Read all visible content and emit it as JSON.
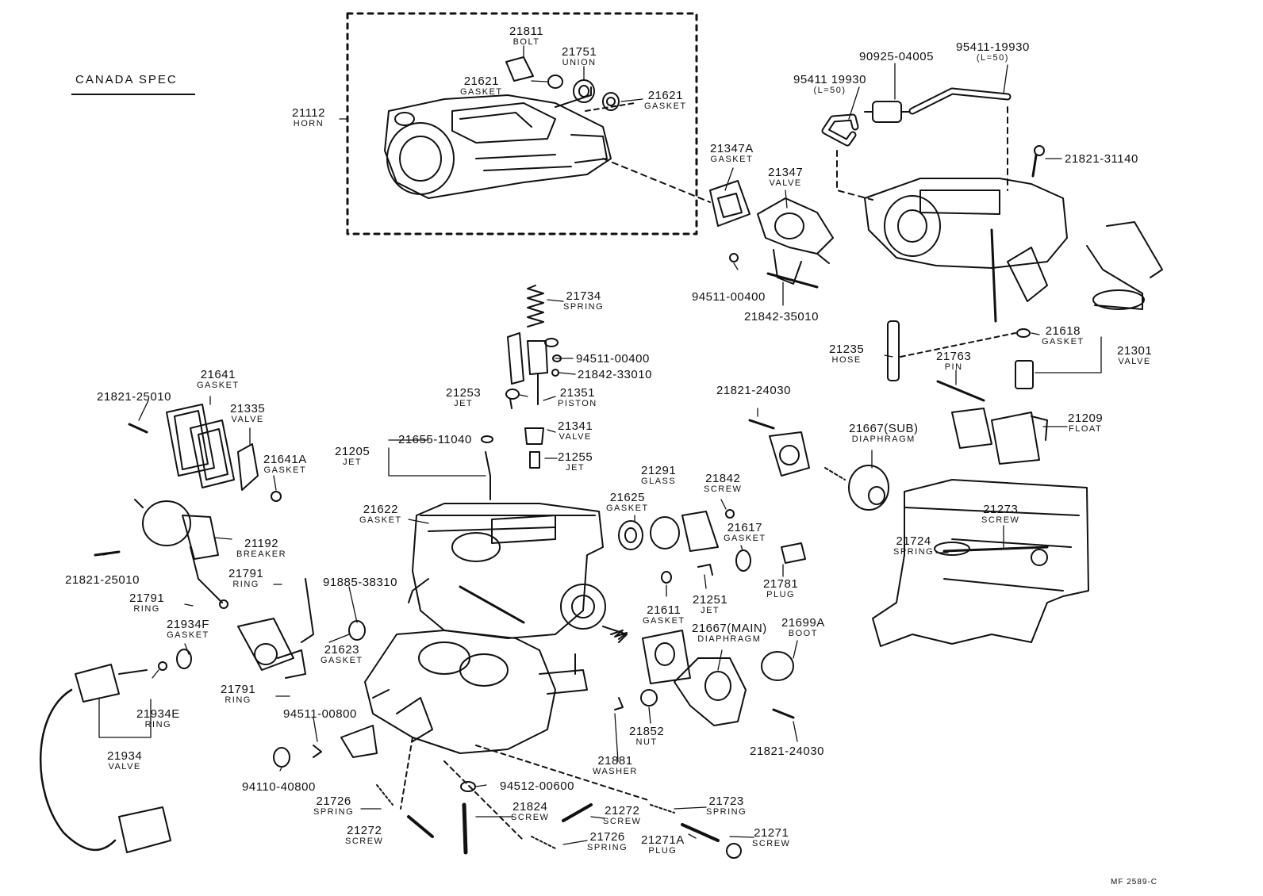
{
  "title": "CANADA SPEC",
  "drawing_code": "MF  2589-C",
  "labels": {
    "p21811": {
      "num": "21811",
      "name": "BOLT"
    },
    "p21751": {
      "num": "21751",
      "name": "UNION"
    },
    "p21621a": {
      "num": "21621",
      "name": "GASKET"
    },
    "p21621b": {
      "num": "21621",
      "name": "GASKET"
    },
    "p21112": {
      "num": "21112",
      "name": "HORN"
    },
    "p95411a": {
      "num": "95411-19930",
      "name": "(L=50)"
    },
    "p95411b": {
      "num": "95411 19930",
      "name": "(L=50)"
    },
    "p90925": {
      "num": "90925-04005",
      "name": ""
    },
    "p21821_31140": {
      "num": "21821-31140",
      "name": ""
    },
    "p21347a": {
      "num": "21347A",
      "name": "GASKET"
    },
    "p21347": {
      "num": "21347",
      "name": "VALVE"
    },
    "p94511_00400a": {
      "num": "94511-00400",
      "name": ""
    },
    "p21842_35010": {
      "num": "21842-35010",
      "name": ""
    },
    "p21734": {
      "num": "21734",
      "name": "SPRING"
    },
    "p94511_00400b": {
      "num": "94511-00400",
      "name": ""
    },
    "p21842_33010": {
      "num": "21842-33010",
      "name": ""
    },
    "p21253": {
      "num": "21253",
      "name": "JET"
    },
    "p21351": {
      "num": "21351",
      "name": "PISTON"
    },
    "p21341": {
      "num": "21341",
      "name": "VALVE"
    },
    "p21255": {
      "num": "21255",
      "name": "JET"
    },
    "p21655": {
      "num": "21655-11040",
      "name": ""
    },
    "p21205": {
      "num": "21205",
      "name": "JET"
    },
    "p21641": {
      "num": "21641",
      "name": "GASKET"
    },
    "p21821_25010a": {
      "num": "21821-25010",
      "name": ""
    },
    "p21335": {
      "num": "21335",
      "name": "VALVE"
    },
    "p21641a": {
      "num": "21641A",
      "name": "GASKET"
    },
    "p21622": {
      "num": "21622",
      "name": "GASKET"
    },
    "p21192": {
      "num": "21192",
      "name": "BREAKER"
    },
    "p21821_25010b": {
      "num": "21821-25010",
      "name": ""
    },
    "p21791a": {
      "num": "21791",
      "name": "RING"
    },
    "p21791b": {
      "num": "21791",
      "name": "RING"
    },
    "p21791c": {
      "num": "21791",
      "name": "RING"
    },
    "p91885": {
      "num": "91885-38310",
      "name": ""
    },
    "p21934f": {
      "num": "21934F",
      "name": "GASKET"
    },
    "p21623": {
      "num": "21623",
      "name": "GASKET"
    },
    "p21934e": {
      "num": "21934E",
      "name": "RING"
    },
    "p21934": {
      "num": "21934",
      "name": "VALVE"
    },
    "p94511_00800": {
      "num": "94511-00800",
      "name": ""
    },
    "p94110": {
      "num": "94110-40800",
      "name": ""
    },
    "p21726a": {
      "num": "21726",
      "name": "SPRING"
    },
    "p21272a": {
      "num": "21272",
      "name": "SCREW"
    },
    "p94512": {
      "num": "94512-00600",
      "name": ""
    },
    "p21824": {
      "num": "21824",
      "name": "SCREW"
    },
    "p21272b": {
      "num": "21272",
      "name": "SCREW"
    },
    "p21726b": {
      "num": "21726",
      "name": "SPRING"
    },
    "p21723": {
      "num": "21723",
      "name": "SPRING"
    },
    "p21271a": {
      "num": "21271A",
      "name": "PLUG"
    },
    "p21271": {
      "num": "21271",
      "name": "SCREW"
    },
    "p21881": {
      "num": "21881",
      "name": "WASHER"
    },
    "p21852": {
      "num": "21852",
      "name": "NUT"
    },
    "p21821_24030a": {
      "num": "21821-24030",
      "name": ""
    },
    "p21821_24030b": {
      "num": "21821-24030",
      "name": ""
    },
    "p21667sub": {
      "num": "21667(SUB)",
      "name": "DIAPHRAGM"
    },
    "p21667main": {
      "num": "21667(MAIN)",
      "name": "DIAPHRAGM"
    },
    "p21291": {
      "num": "21291",
      "name": "GLASS"
    },
    "p21625": {
      "num": "21625",
      "name": "GASKET"
    },
    "p21842": {
      "num": "21842",
      "name": "SCREW"
    },
    "p21617": {
      "num": "21617",
      "name": "GASKET"
    },
    "p21781": {
      "num": "21781",
      "name": "PLUG"
    },
    "p21251": {
      "num": "21251",
      "name": "JET"
    },
    "p21611": {
      "num": "21611",
      "name": "GASKET"
    },
    "p21699a": {
      "num": "21699A",
      "name": "BOOT"
    },
    "p21235": {
      "num": "21235",
      "name": "HOSE"
    },
    "p21763": {
      "num": "21763",
      "name": "PIN"
    },
    "p21618": {
      "num": "21618",
      "name": "GASKET"
    },
    "p21301": {
      "num": "21301",
      "name": "VALVE"
    },
    "p21209": {
      "num": "21209",
      "name": "FLOAT"
    },
    "p21273": {
      "num": "21273",
      "name": "SCREW"
    },
    "p21724": {
      "num": "21724",
      "name": "SPRING"
    }
  }
}
